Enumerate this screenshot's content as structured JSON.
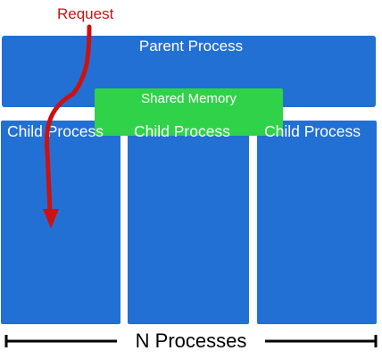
{
  "diagram": {
    "parent_label": "Parent Process",
    "shared_label": "Shared Memory",
    "children": [
      {
        "label": "Child Process"
      },
      {
        "label": "Child Process"
      },
      {
        "label": "Child Process"
      }
    ],
    "request_label": "Request",
    "count_label": "N Processes"
  },
  "colors": {
    "process_blue": "#2270d4",
    "shared_green": "#2fd248",
    "request_red": "#cc1111"
  }
}
